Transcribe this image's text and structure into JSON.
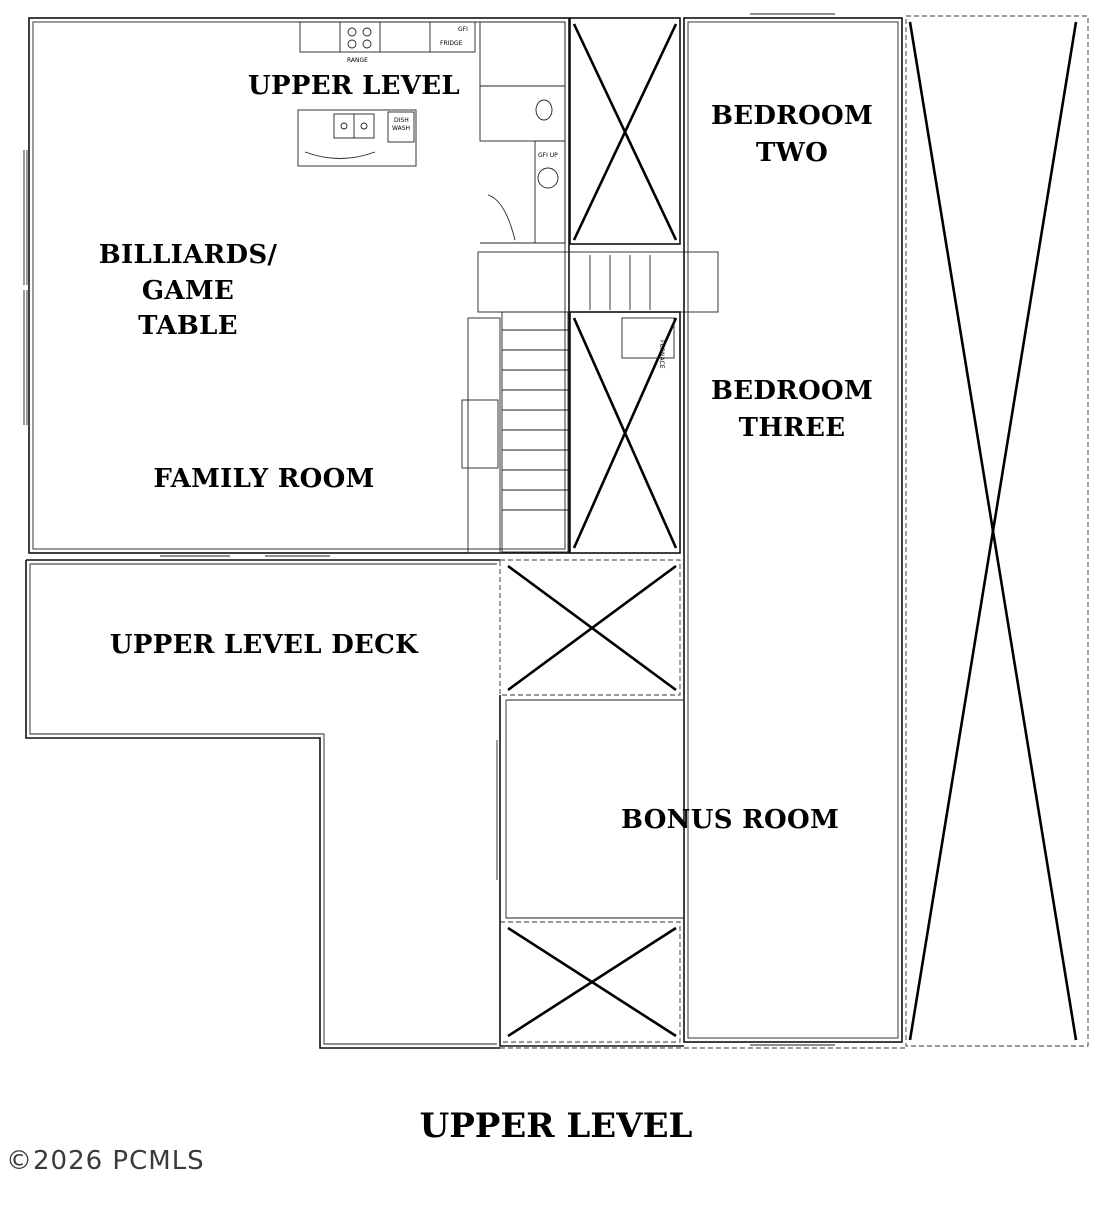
{
  "plan_title": "UPPER LEVEL",
  "copyright": "©2026 PCMLS",
  "rooms": {
    "upper_level_kitchen": "UPPER LEVEL",
    "billiards_line1": "BILLIARDS/",
    "billiards_line2": "GAME",
    "billiards_line3": "TABLE",
    "family_room": "FAMILY ROOM",
    "deck": "UPPER LEVEL DECK",
    "bedroom_two_line1": "BEDROOM",
    "bedroom_two_line2": "TWO",
    "bedroom_three_line1": "BEDROOM",
    "bedroom_three_line2": "THREE",
    "bonus_room": "BONUS ROOM"
  },
  "fixtures": {
    "range": "RANGE",
    "fridge": "FRIDGE",
    "gfi": "GFI",
    "dish_wash_line1": "DISH",
    "dish_wash_line2": "WASH",
    "gfi_up": "GFI UP",
    "furnace": "FURNACE"
  }
}
